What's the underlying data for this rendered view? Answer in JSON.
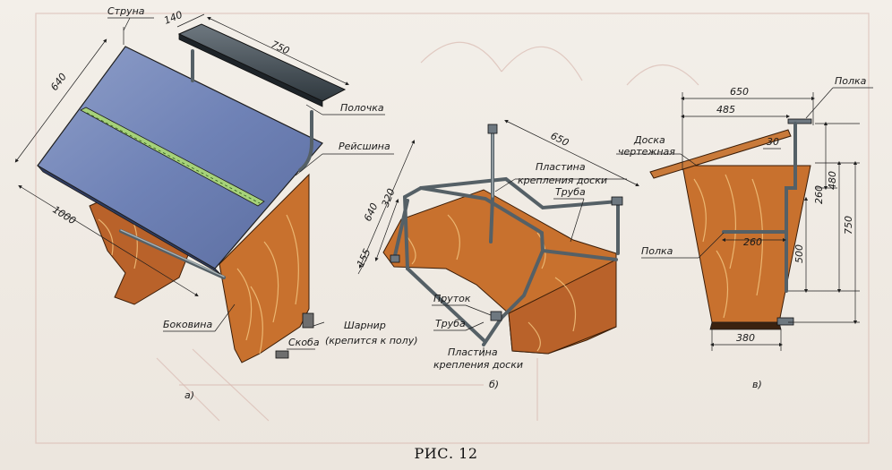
{
  "caption": "РИС. 12",
  "figure_a": {
    "sub": "а)",
    "labels": {
      "string": "Струна",
      "shelf": "Полочка",
      "t_square": "Рейсшина",
      "side": "Боковина",
      "bracket": "Скоба",
      "hinge_1": "Шарнир",
      "hinge_2": "(крепится к полу)"
    },
    "dims": {
      "d140": "140",
      "d750": "750",
      "d640": "640",
      "d1000": "1000"
    }
  },
  "figure_b": {
    "sub": "б)",
    "labels": {
      "plate_top_1": "Пластина",
      "plate_top_2": "крепления доски",
      "tube_top": "Труба",
      "rod": "Пруток",
      "tube_bottom": "Труба",
      "plate_bottom_1": "Пластина",
      "plate_bottom_2": "крепления доски"
    },
    "dims": {
      "d650": "650",
      "d640": "640",
      "d320": "320",
      "d155": "155"
    }
  },
  "figure_c": {
    "sub": "в)",
    "labels": {
      "shelf_top": "Полка",
      "board_1": "Доска",
      "board_2": "чертежная",
      "shelf_mid": "Полка"
    },
    "dims": {
      "d650": "650",
      "d485": "485",
      "d30": "30",
      "d260v": "260",
      "d480": "480",
      "d750": "750",
      "d260h": "260",
      "d500": "500",
      "d380": "380"
    }
  }
}
